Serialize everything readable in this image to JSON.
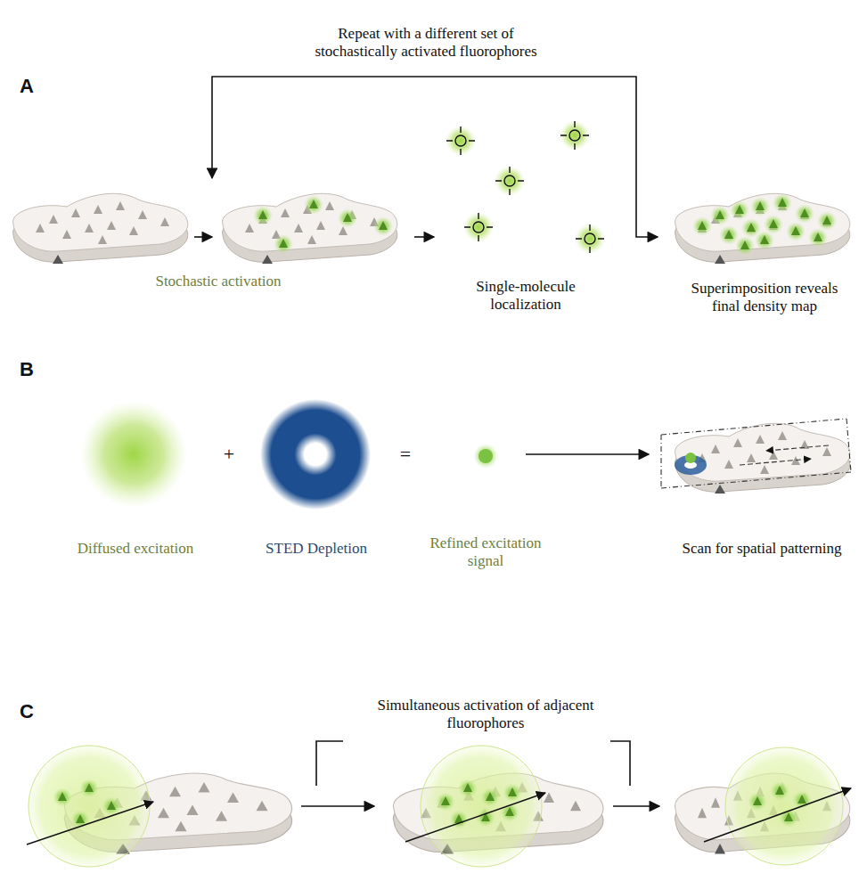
{
  "diagram": {
    "labels": [
      "A",
      "Repeat with a different set of stochastically activated fluorophores",
      "Stochastic activation",
      "Single-molecule localization",
      "Superimposition reveals final density map",
      "B",
      "+",
      "=",
      "Diffused excitation",
      "STED Depletion",
      "Refined excitation signal",
      "Scan for spatial patterning",
      "C",
      "Simultaneous activation of adjacent fluorophores"
    ]
  }
}
